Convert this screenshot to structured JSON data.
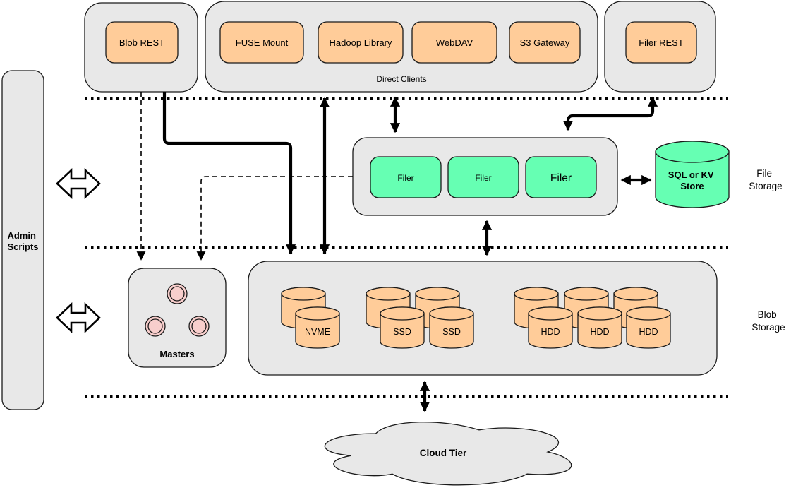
{
  "colors": {
    "container_gray": "#E8E8E8",
    "node_orange": "#FFCC99",
    "node_green": "#66FFB3",
    "master_pink": "#F8CECC",
    "cloud_gray": "#E8E8E8",
    "line_black": "#000000"
  },
  "top_row": {
    "blob_rest": {
      "label": "Blob REST"
    },
    "direct_clients": {
      "caption": "Direct Clients",
      "clients": [
        "FUSE Mount",
        "Hadoop Library",
        "WebDAV",
        "S3 Gateway"
      ]
    },
    "filer_rest": {
      "label": "Filer REST"
    }
  },
  "admin_scripts": {
    "line1": "Admin",
    "line2": "Scripts"
  },
  "file_storage": {
    "tier_label": {
      "line1": "File",
      "line2": "Storage"
    },
    "filers": [
      "Filer",
      "Filer",
      "Filer"
    ],
    "metadata_store": {
      "line1": "SQL or KV",
      "line2": "Store"
    }
  },
  "blob_storage": {
    "tier_label": {
      "line1": "Blob",
      "line2": "Storage"
    },
    "masters": {
      "label": "Masters"
    },
    "volumes": {
      "nvme": "NVME",
      "ssd1": "SSD",
      "ssd2": "SSD",
      "hdd1": "HDD",
      "hdd2": "HDD",
      "hdd3": "HDD"
    }
  },
  "cloud": {
    "label": "Cloud Tier"
  }
}
